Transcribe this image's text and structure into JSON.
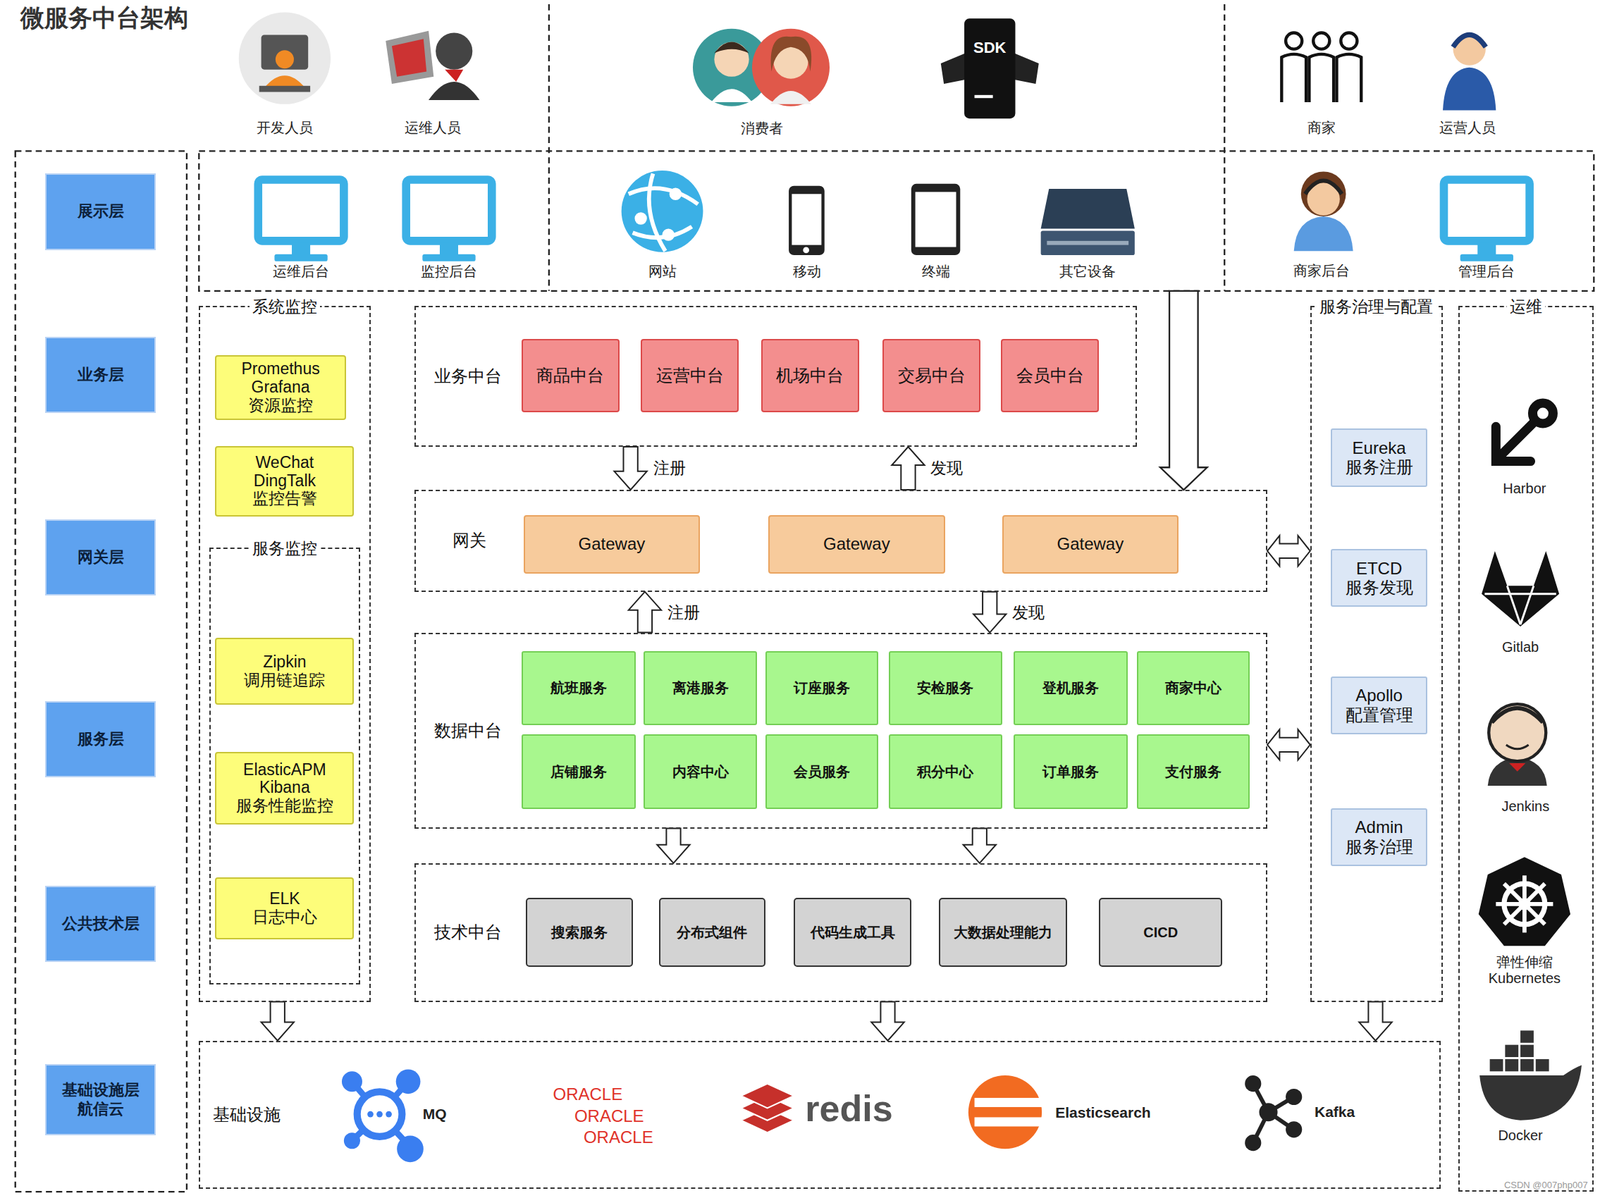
{
  "diagram": {
    "title": "微服务中台架构",
    "nodes": [
      {
        "text": [
          "展示层"
        ]
      },
      {
        "text": [
          "业务层"
        ]
      },
      {
        "text": [
          "网关层"
        ]
      },
      {
        "text": [
          "服务层"
        ]
      },
      {
        "text": [
          "公共技术层"
        ]
      },
      {
        "text": [
          "基础设施层 航信云"
        ]
      },
      {
        "text": [
          "系统监控"
        ]
      },
      {
        "text": [
          "Promethus Grafana 资源监控"
        ],
        "in": 6
      },
      {
        "text": [
          "WeChat DingTalk 监控告警"
        ],
        "in": 6
      },
      {
        "text": [
          "服务监控"
        ],
        "in": 6
      },
      {
        "text": [
          "Zipkin 调用链追踪"
        ],
        "in": 9
      },
      {
        "text": [
          "ElasticAPM Kibana 服务性能监控"
        ],
        "in": 9
      },
      {
        "text": [
          "ELK 日志中心"
        ],
        "in": 9
      },
      {
        "text": [
          "业务中台"
        ]
      },
      {
        "text": [
          "商品中台"
        ],
        "in": 13
      },
      {
        "text": [
          "运营中台"
        ],
        "in": 13
      },
      {
        "text": [
          "机场中台"
        ],
        "in": 13
      },
      {
        "text": [
          "交易中台"
        ],
        "in": 13
      },
      {
        "text": [
          "会员中台"
        ],
        "in": 13
      },
      {
        "text": [
          "网关"
        ]
      },
      {
        "text": [
          "Gateway"
        ],
        "in": 19
      },
      {
        "text": [
          "Gateway"
        ],
        "in": 19
      },
      {
        "text": [
          "Gateway"
        ],
        "in": 19
      },
      {
        "text": [
          "数据中台"
        ]
      },
      {
        "text": [
          "航班服务"
        ],
        "in": 23
      },
      {
        "text": [
          "离港服务"
        ],
        "in": 23
      },
      {
        "text": [
          "订座服务"
        ],
        "in": 23
      },
      {
        "text": [
          "安检服务"
        ],
        "in": 23
      },
      {
        "text": [
          "登机服务"
        ],
        "in": 23
      },
      {
        "text": [
          "商家中心"
        ],
        "in": 23
      },
      {
        "text": [
          "店铺服务"
        ],
        "in": 23
      },
      {
        "text": [
          "内容中心"
        ],
        "in": 23
      },
      {
        "text": [
          "会员服务"
        ],
        "in": 23
      },
      {
        "text": [
          "积分中心"
        ],
        "in": 23
      },
      {
        "text": [
          "订单服务"
        ],
        "in": 23
      },
      {
        "text": [
          "支付服务"
        ],
        "in": 23
      },
      {
        "text": [
          "技术中台"
        ]
      },
      {
        "text": [
          "搜索服务"
        ],
        "in": 36
      },
      {
        "text": [
          "分布式组件"
        ],
        "in": 36
      },
      {
        "text": [
          "代码生成工具"
        ],
        "in": 36
      },
      {
        "text": [
          "大数据处理能力"
        ],
        "in": 36
      },
      {
        "text": [
          "CICD"
        ],
        "in": 36
      },
      {
        "text": [
          "服务治理与配置"
        ]
      },
      {
        "text": [
          "Eureka 服务注册"
        ],
        "in": 42
      },
      {
        "text": [
          "ETCD 服务发现"
        ],
        "in": 42
      },
      {
        "text": [
          "Apollo 配置管理"
        ],
        "in": 42
      },
      {
        "text": [
          "Admin 服务治理"
        ],
        "in": 42
      },
      {
        "text": [
          "基础设施"
        ]
      },
      {
        "text": [
          "运维"
        ]
      }
    ],
    "edges": [
      {
        "from": 13,
        "to": 19,
        "arrow": "to",
        "label": "注册"
      },
      {
        "from": 19,
        "to": 13,
        "arrow": "to",
        "label": "发现"
      },
      {
        "from": 23,
        "to": 19,
        "arrow": "to",
        "label": "注册"
      },
      {
        "from": 19,
        "to": 23,
        "arrow": "to",
        "label": "发现"
      },
      {
        "from": 23,
        "to": 36,
        "arrow": "to"
      },
      {
        "from": 23,
        "to": 36,
        "arrow": "to"
      },
      {
        "from": 19,
        "to": 42,
        "arrow": "both"
      },
      {
        "from": 23,
        "to": 42,
        "arrow": "both"
      },
      {
        "from": 6,
        "to": 47,
        "arrow": "to"
      },
      {
        "from": 36,
        "to": 47,
        "arrow": "to"
      },
      {
        "from": 42,
        "to": 47,
        "arrow": "to"
      }
    ],
    "labels": [
      "开发人员",
      "运维人员",
      "消费者",
      "SDK",
      "商家",
      "运营人员",
      "运维后台",
      "监控后台",
      "网站",
      "移动",
      "终端",
      "其它设备",
      "商家后台",
      "管理后台",
      "Harbor",
      "Gitlab",
      "Jenkins",
      "弹性伸缩 Kubernetes",
      "Docker",
      "MQ",
      "ORACLE",
      "ORACLE",
      "ORACLE",
      "redis",
      "Elasticsearch",
      "Kafka",
      "CSDN @007php007"
    ]
  }
}
